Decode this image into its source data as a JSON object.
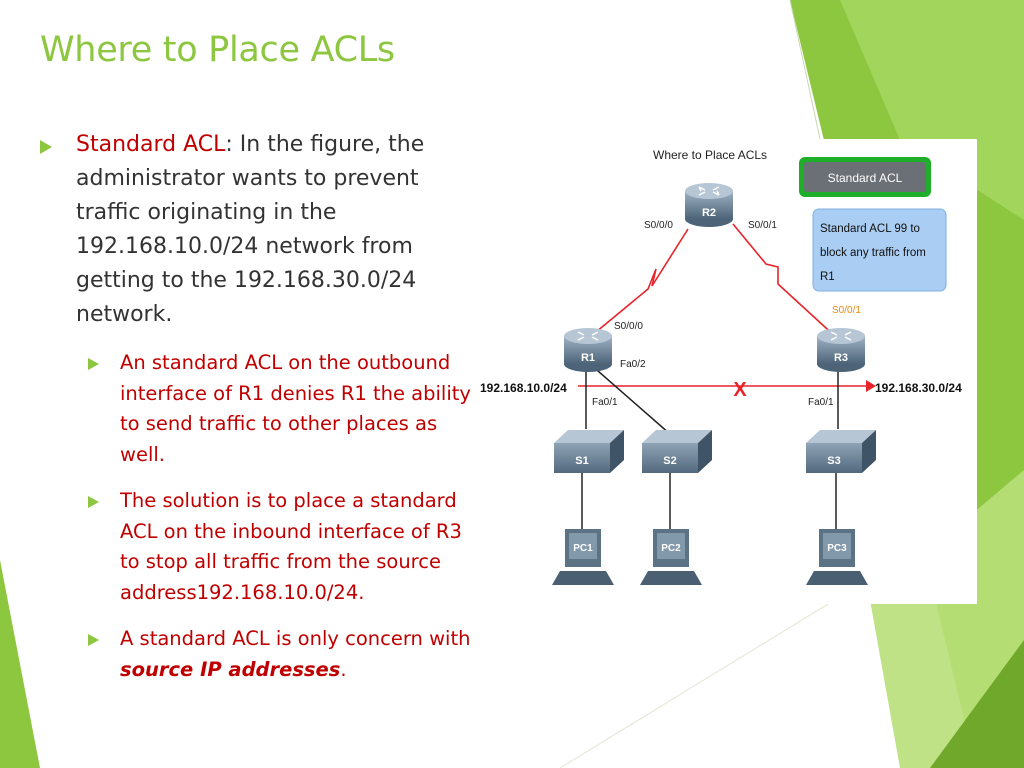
{
  "slide": {
    "title": "Where to Place ACLs",
    "bullet": {
      "lead": "Standard ACL",
      "text": ": In the figure, the administrator wants to prevent traffic originating in the 192.168.10.0/24 network from getting to the 192.168.30.0/24 network."
    },
    "subbullets": [
      {
        "text": "An standard ACL on the outbound interface of R1 denies R1 the ability to send traffic to other places as well."
      },
      {
        "text": "The solution is to place a standard ACL on the inbound interface of R3 to stop all traffic from the source address192.168.10.0/24."
      },
      {
        "pre": "A standard ACL is only concern with ",
        "emph": "source IP addresses",
        "post": "."
      }
    ]
  },
  "figure": {
    "title": "Where to Place ACLs",
    "button_label": "Standard ACL",
    "callout_lines": [
      "Standard ACL 99 to",
      "block any traffic from",
      "R1"
    ],
    "routers": {
      "r1": "R1",
      "r2": "R2",
      "r3": "R3"
    },
    "switches": {
      "s1": "S1",
      "s2": "S2",
      "s3": "S3"
    },
    "pcs": {
      "pc1": "PC1",
      "pc2": "PC2",
      "pc3": "PC3"
    },
    "interfaces": {
      "r2_left": "S0/0/0",
      "r2_right": "S0/0/1",
      "r1_serial": "S0/0/0",
      "r1_fa02": "Fa0/2",
      "r1_fa01": "Fa0/1",
      "r3_serial": "S0/0/1",
      "r3_fa01": "Fa0/1"
    },
    "networks": {
      "left": "192.168.10.0/24",
      "right": "192.168.30.0/24"
    },
    "block_mark": "X",
    "colors": {
      "accent": "#8dc63f",
      "link": "#e8232a",
      "callout": "#a9cdf3"
    }
  }
}
